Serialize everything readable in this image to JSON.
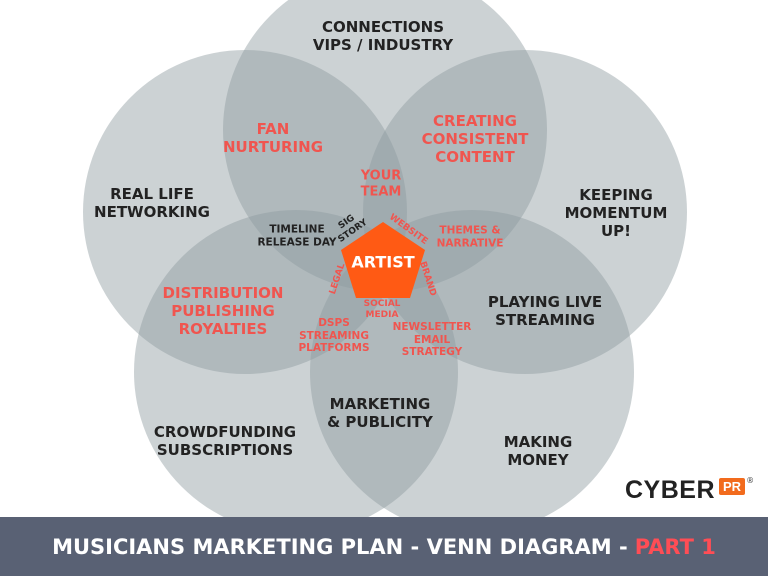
{
  "colors": {
    "circle": "#8e9ba0",
    "artist": "#ff5a14",
    "accent_red": "#f0554f",
    "footer_bg": "#596174",
    "footer_part": "#ff4d55",
    "logo_pr": "#f26b1d"
  },
  "circles": {
    "top": "CONNECTIONS\nVIPS / INDUSTRY",
    "left": "REAL LIFE\nNETWORKING",
    "right": "KEEPING\nMOMENTUM\nUP!",
    "bottom_left": "CROWDFUNDING\nSUBSCRIPTIONS",
    "bottom_right": "MAKING\nMONEY"
  },
  "overlaps": {
    "fan_nurturing": "FAN\nNURTURING",
    "creating_content": "CREATING\nCONSISTENT\nCONTENT",
    "distribution": "DISTRIBUTION\nPUBLISHING\nROYALTIES",
    "playing_live": "PLAYING LIVE\nSTREAMING",
    "marketing": "MARKETING\n& PUBLICITY",
    "your_team": "YOUR\nTEAM",
    "timeline": "TIMELINE\nRELEASE DAY",
    "themes": "THEMES &\nNARRATIVE",
    "dsps": "DSPS\nSTREAMING\nPLATFORMS",
    "newsletter": "NEWSLETTER\nEMAIL\nSTRATEGY",
    "sig_story": "SIG\nSTORY",
    "website": "WEBSITE",
    "brand": "BRAND",
    "legal": "LEGAL",
    "social_media": "SOCIAL\nMEDIA"
  },
  "center": "ARTIST",
  "logo": {
    "word": "CYBER",
    "badge": "PR",
    "reg": "®"
  },
  "footer": {
    "title": "MUSICIANS MARKETING PLAN - VENN DIAGRAM -",
    "part": "PART 1"
  }
}
